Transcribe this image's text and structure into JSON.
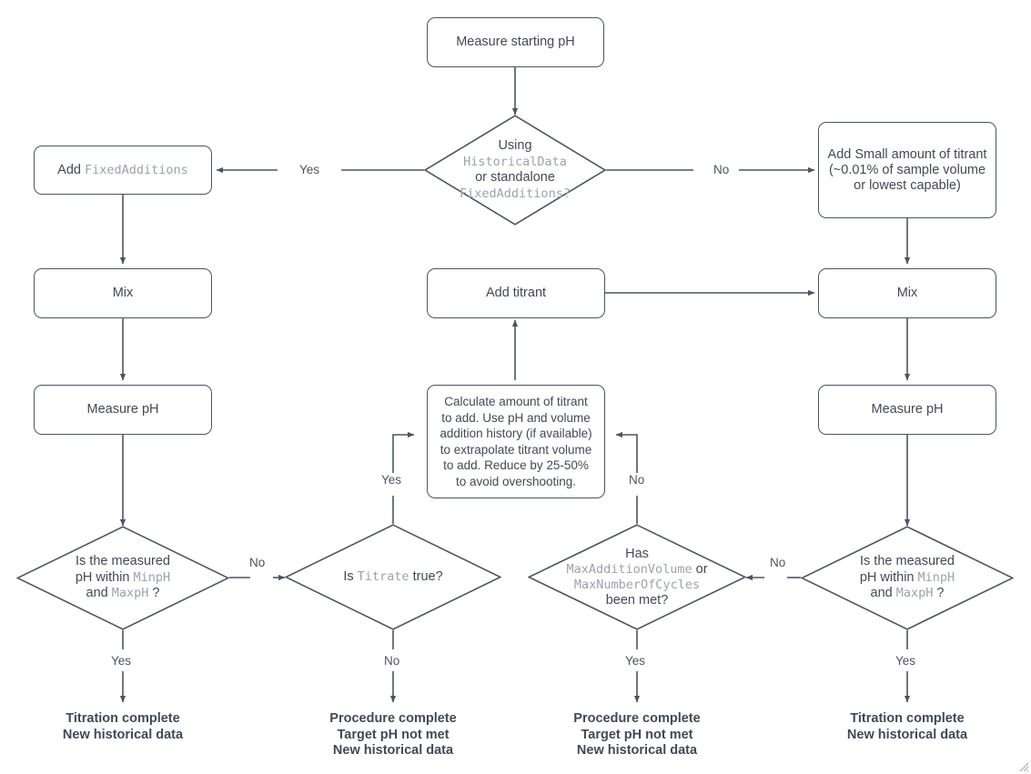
{
  "diagram": {
    "title": "pH titration procedure flowchart",
    "colors": {
      "stroke": "#4a5561",
      "text": "#3f4a55",
      "code_text": "#9aa3ad",
      "background": "#ffffff"
    }
  },
  "nodes": {
    "measure_starting_ph": {
      "label": "Measure starting pH"
    },
    "using_decision": {
      "line1": "Using",
      "code1": "HistoricalData",
      "line2": "or standalone",
      "code2": "FixedAdditions",
      "line3": "?"
    },
    "add_fixed_additions": {
      "prefix": "Add ",
      "code": "FixedAdditions"
    },
    "add_small_titrant": {
      "line1": "Add Small amount of titrant",
      "line2": "(~0.01% of sample volume",
      "line3": "or lowest capable)"
    },
    "mix_left": {
      "label": "Mix"
    },
    "mix_right": {
      "label": "Mix"
    },
    "add_titrant": {
      "label": "Add titrant"
    },
    "measure_ph_left": {
      "label": "Measure pH"
    },
    "measure_ph_right": {
      "label": "Measure pH"
    },
    "calculate_titrant": {
      "line1": "Calculate amount of titrant",
      "line2": "to add. Use pH and volume",
      "line3": "addition history (if available)",
      "line4": "to extrapolate titrant volume",
      "line5": "to add. Reduce by 25-50%",
      "line6": "to avoid overshooting."
    },
    "ph_within_left": {
      "line1": "Is the measured",
      "line2a": "pH within ",
      "code1": "MinpH",
      "line3a": "and ",
      "code2": "MaxpH",
      "line3b": " ?"
    },
    "ph_within_right": {
      "line1": "Is the measured",
      "line2a": "pH within ",
      "code1": "MinpH",
      "line3a": "and ",
      "code2": "MaxpH",
      "line3b": " ?"
    },
    "is_titrate": {
      "prefix": "Is ",
      "code": "Titrate",
      "suffix": " true?"
    },
    "max_met_decision": {
      "line1": "Has",
      "code1": "MaxAdditionVolume",
      "line2suffix": " or",
      "code2": "MaxNumberOfCycles",
      "line4": "been met?"
    }
  },
  "edge_labels": {
    "using_yes": "Yes",
    "using_no": "No",
    "left_ph_no": "No",
    "right_ph_no": "No",
    "titrate_yes": "Yes",
    "titrate_no": "No",
    "maxmet_no": "No",
    "maxmet_yes": "Yes",
    "left_ph_yes": "Yes",
    "right_ph_yes": "Yes"
  },
  "terminals": {
    "left": "Titration complete\nNew historical data",
    "titrate_no": "Procedure complete\nTarget pH not met\nNew historical data",
    "maxmet_yes": "Procedure complete\nTarget pH not met\nNew historical data",
    "right": "Titration complete\nNew historical data"
  }
}
